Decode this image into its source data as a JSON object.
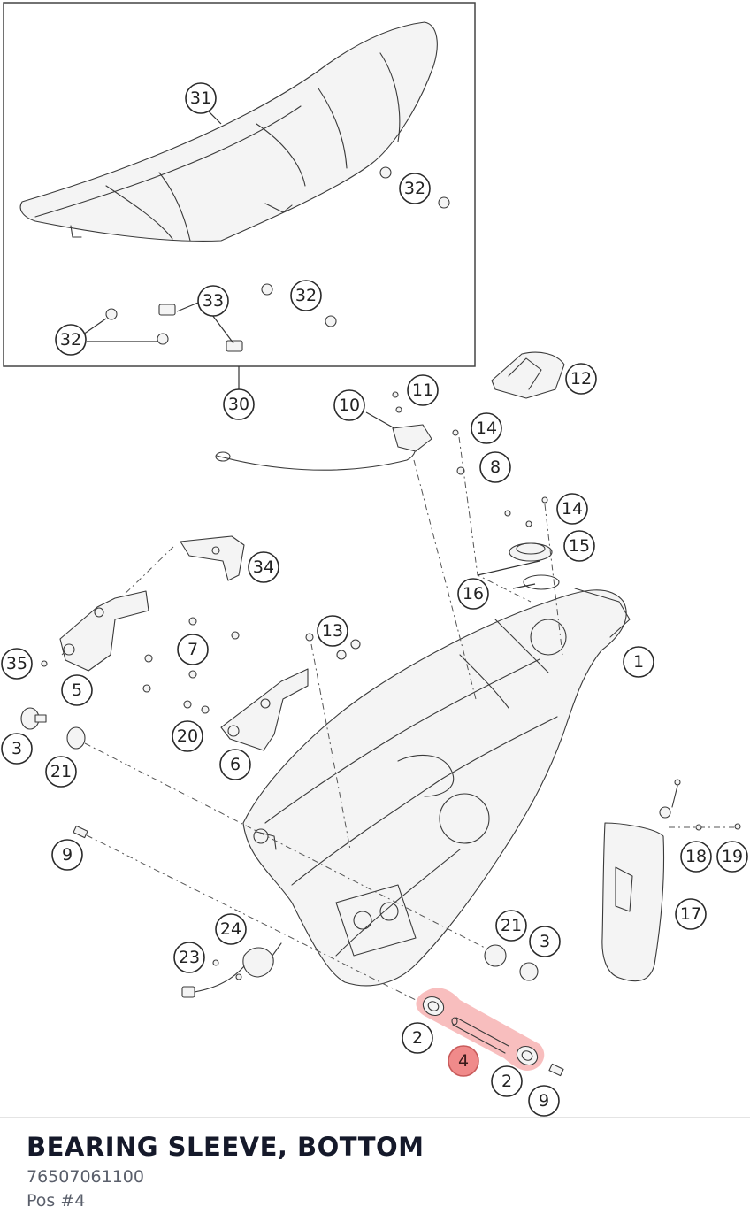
{
  "diagram": {
    "callouts": [
      {
        "label": "31",
        "highlighted": false
      },
      {
        "label": "32",
        "highlighted": false
      },
      {
        "label": "33",
        "highlighted": false
      },
      {
        "label": "32",
        "highlighted": false
      },
      {
        "label": "32",
        "highlighted": false
      },
      {
        "label": "30",
        "highlighted": false
      },
      {
        "label": "10",
        "highlighted": false
      },
      {
        "label": "11",
        "highlighted": false
      },
      {
        "label": "12",
        "highlighted": false
      },
      {
        "label": "14",
        "highlighted": false
      },
      {
        "label": "8",
        "highlighted": false
      },
      {
        "label": "14",
        "highlighted": false
      },
      {
        "label": "15",
        "highlighted": false
      },
      {
        "label": "16",
        "highlighted": false
      },
      {
        "label": "34",
        "highlighted": false
      },
      {
        "label": "13",
        "highlighted": false
      },
      {
        "label": "7",
        "highlighted": false
      },
      {
        "label": "1",
        "highlighted": false
      },
      {
        "label": "35",
        "highlighted": false
      },
      {
        "label": "5",
        "highlighted": false
      },
      {
        "label": "3",
        "highlighted": false
      },
      {
        "label": "20",
        "highlighted": false
      },
      {
        "label": "6",
        "highlighted": false
      },
      {
        "label": "21",
        "highlighted": false
      },
      {
        "label": "9",
        "highlighted": false
      },
      {
        "label": "18",
        "highlighted": false
      },
      {
        "label": "19",
        "highlighted": false
      },
      {
        "label": "17",
        "highlighted": false
      },
      {
        "label": "24",
        "highlighted": false
      },
      {
        "label": "21",
        "highlighted": false
      },
      {
        "label": "3",
        "highlighted": false
      },
      {
        "label": "23",
        "highlighted": false
      },
      {
        "label": "2",
        "highlighted": false
      },
      {
        "label": "4",
        "highlighted": true
      },
      {
        "label": "2",
        "highlighted": false
      },
      {
        "label": "9",
        "highlighted": false
      }
    ],
    "highlight_color": "#f08a8a"
  },
  "part": {
    "title": "BEARING SLEEVE, BOTTOM",
    "number": "76507061100",
    "position": "Pos #4"
  }
}
